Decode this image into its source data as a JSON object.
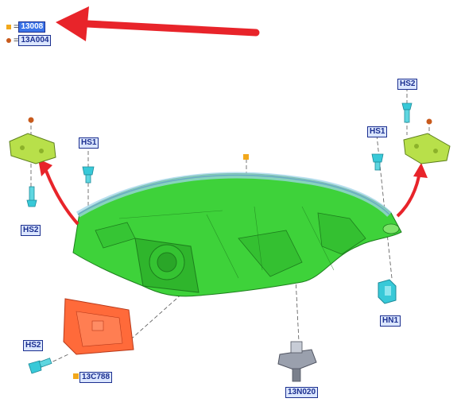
{
  "legend": [
    {
      "marker": "square",
      "color": "#f2a81c",
      "eq": "=",
      "code": "13008",
      "selected": true
    },
    {
      "marker": "circle",
      "color": "#c85a1c",
      "eq": "=",
      "code": "13A004",
      "selected": false
    }
  ],
  "callouts": {
    "hs1_left": "HS1",
    "hs2_left_upper": "HS2",
    "hs2_left_lower": "HS2",
    "hs1_right": "HS1",
    "hs2_right": "HS2",
    "hn1": "HN1",
    "part_13c788": "13C788",
    "part_13n020": "13N020"
  },
  "colors": {
    "headlamp_green": "#3ed23a",
    "bracket_yellow": "#b8e04a",
    "cover_orange": "#ff6a3a",
    "fastener_cyan": "#38c9d8",
    "arrow_red": "#e8242a",
    "label_blue": "#1b2f8f"
  },
  "icons": [
    "headlamp-assembly-icon",
    "mounting-bracket-icon",
    "bolt-icon",
    "clip-nut-icon",
    "access-cover-icon",
    "bulb-socket-icon"
  ]
}
